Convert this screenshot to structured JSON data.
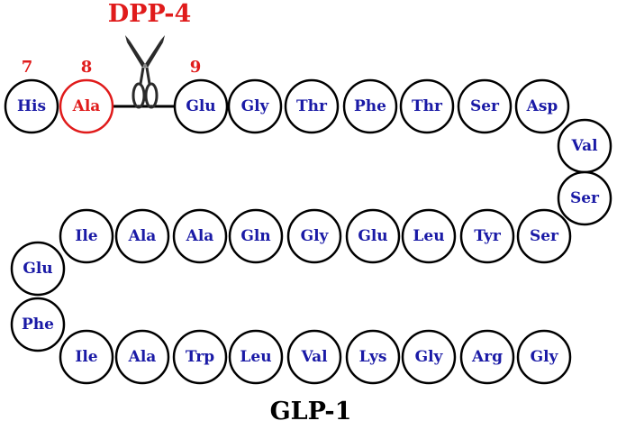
{
  "title": "GLP-1",
  "enzyme": "DPP-4",
  "position_labels": [
    "7",
    "8",
    "9"
  ],
  "colors": {
    "residue_text": "#1a1aa6",
    "cleaved": "#e01b1b",
    "outline": "#000000"
  },
  "icons": {
    "cleavage": "scissors-icon"
  },
  "residues": [
    "His",
    "Ala",
    "Glu",
    "Gly",
    "Thr",
    "Phe",
    "Thr",
    "Ser",
    "Asp",
    "Val",
    "Ser",
    "Ser",
    "Tyr",
    "Leu",
    "Glu",
    "Gly",
    "Gln",
    "Ala",
    "Ala",
    "Ile",
    "Glu",
    "Phe",
    "Ile",
    "Ala",
    "Trp",
    "Leu",
    "Val",
    "Lys",
    "Gly",
    "Arg",
    "Gly"
  ],
  "cleaved_residue_index": 1
}
